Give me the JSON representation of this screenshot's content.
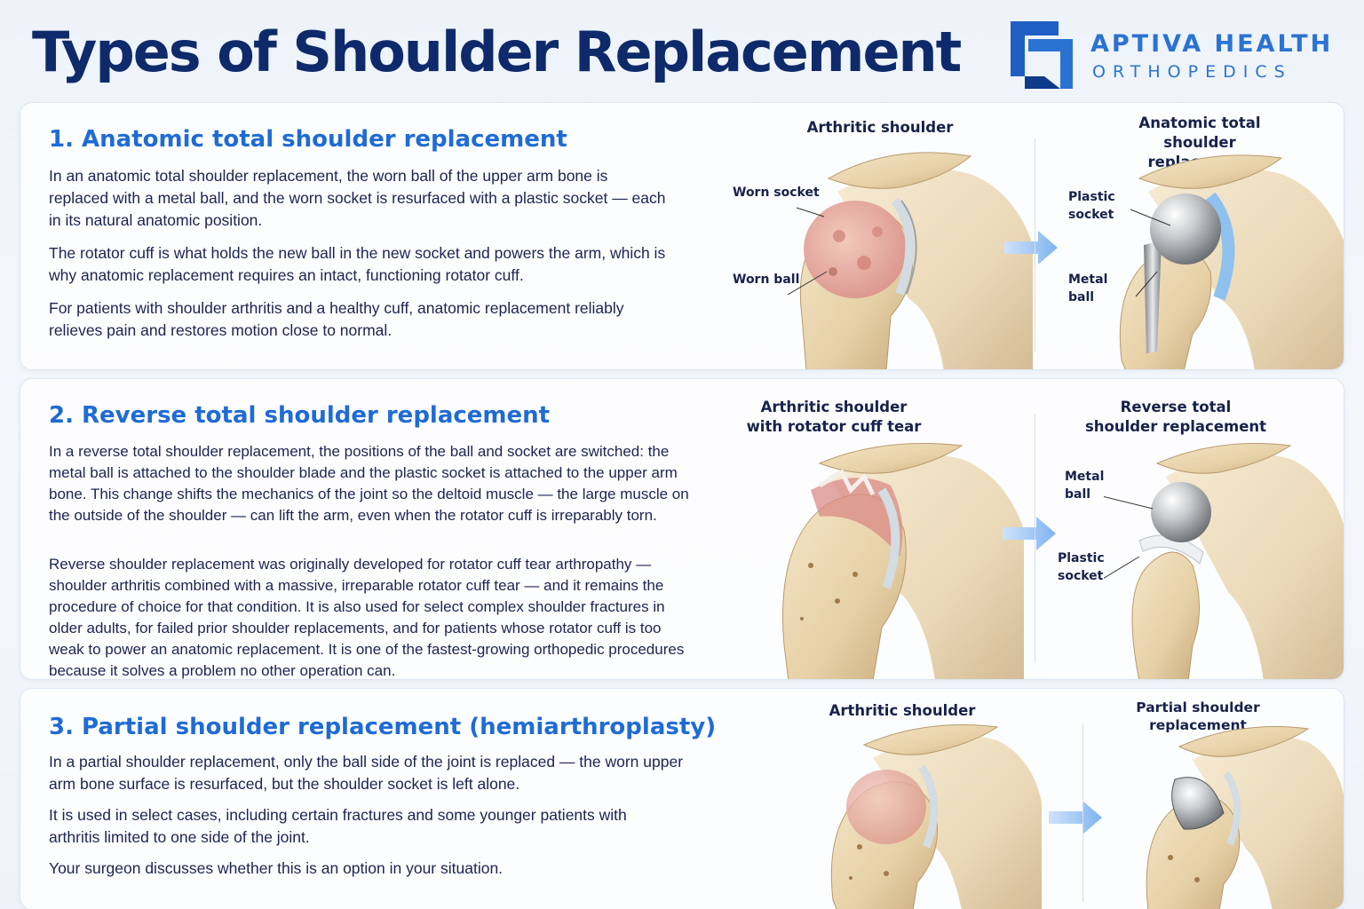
{
  "title": "Types of Shoulder Replacement",
  "brand": {
    "name": "APTIVA HEALTH",
    "sub": "ORTHOPEDICS",
    "color": "#2b73d2"
  },
  "sections": [
    {
      "title": "1. Anatomic total shoulder replacement",
      "paragraphs": [
        "In an anatomic total shoulder replacement, the worn ball of the upper arm bone is replaced with a metal ball, and the worn socket is resurfaced with a plastic socket — each in its natural anatomic position.",
        "The rotator cuff is what holds the new ball in the new socket and powers the arm, which is why anatomic replacement requires an intact, functioning rotator cuff.",
        "For patients with shoulder arthritis and a healthy cuff, anatomic replacement reliably relieves pain and restores motion close to normal."
      ],
      "before_label": "Arthritic shoulder",
      "after_label": "Anatomic total shoulder replacement",
      "before_callouts": [
        "Worn socket",
        "Worn ball"
      ],
      "after_callouts": [
        "Plastic socket",
        "Metal ball"
      ]
    },
    {
      "title": "2. Reverse total shoulder replacement",
      "paragraphs": [
        "In a reverse total shoulder replacement, the positions of the ball and socket are switched: the metal ball is attached to the shoulder blade and the plastic socket is attached to the upper arm bone. This change shifts the mechanics of the joint so the deltoid muscle — the large muscle on the outside of the shoulder — can lift the arm, even when the rotator cuff is irreparably torn.",
        "Reverse shoulder replacement was originally developed for rotator cuff tear arthropathy — shoulder arthritis combined with a massive, irreparable rotator cuff tear — and it remains the procedure of choice for that condition. It is also used for select complex shoulder fractures in older adults, for failed prior shoulder replacements, and for patients whose rotator cuff is too weak to power an anatomic replacement. It is one of the fastest-growing orthopedic procedures because it solves a problem no other operation can."
      ],
      "before_label": "Arthritic shoulder with rotator cuff tear",
      "after_label": "Reverse total shoulder replacement",
      "after_callouts": [
        "Metal ball",
        "Plastic socket"
      ]
    },
    {
      "title": "3. Partial shoulder replacement (hemiarthroplasty)",
      "paragraphs": [
        "In a partial shoulder replacement, only the ball side of the joint is replaced — the worn upper arm bone surface is resurfaced, but the shoulder socket is left alone.",
        "It is used in select cases, including certain fractures and some younger patients with arthritis limited to one side of the joint.",
        "Your surgeon discusses whether this is an option in your situation."
      ],
      "before_label": "Arthritic shoulder",
      "after_label": "Partial shoulder replacement"
    }
  ]
}
